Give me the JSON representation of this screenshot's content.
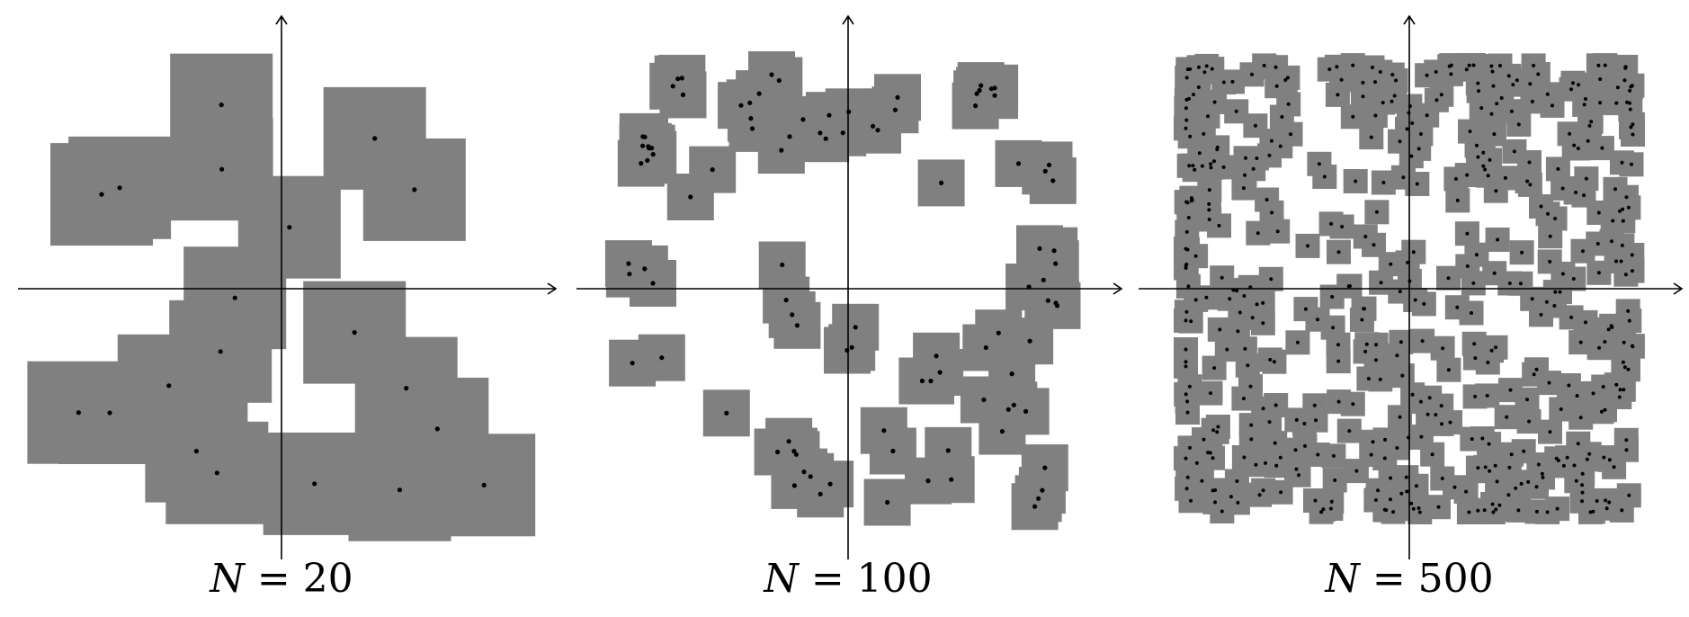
{
  "figure": {
    "square_color": "#808080",
    "point_color": "#000000",
    "axis_color": "#000000",
    "panels": [
      {
        "id": "n20",
        "caption_var": "N",
        "caption_rest": " = 20",
        "seed": 11,
        "point_count": 20,
        "point_layout": "sparse",
        "x_axis": "arrow-right",
        "y_axis": "arrow-up"
      },
      {
        "id": "n100",
        "caption_var": "N",
        "caption_rest": " = 100",
        "seed": 29,
        "point_count": 100,
        "point_layout": "clustered",
        "x_axis": "arrow-right",
        "y_axis": "arrow-up"
      },
      {
        "id": "n500",
        "caption_var": "N",
        "caption_rest": " = 500",
        "seed": 73,
        "point_count": 500,
        "point_layout": "dense-border",
        "x_axis": "arrow-right",
        "y_axis": "arrow-up"
      }
    ]
  }
}
